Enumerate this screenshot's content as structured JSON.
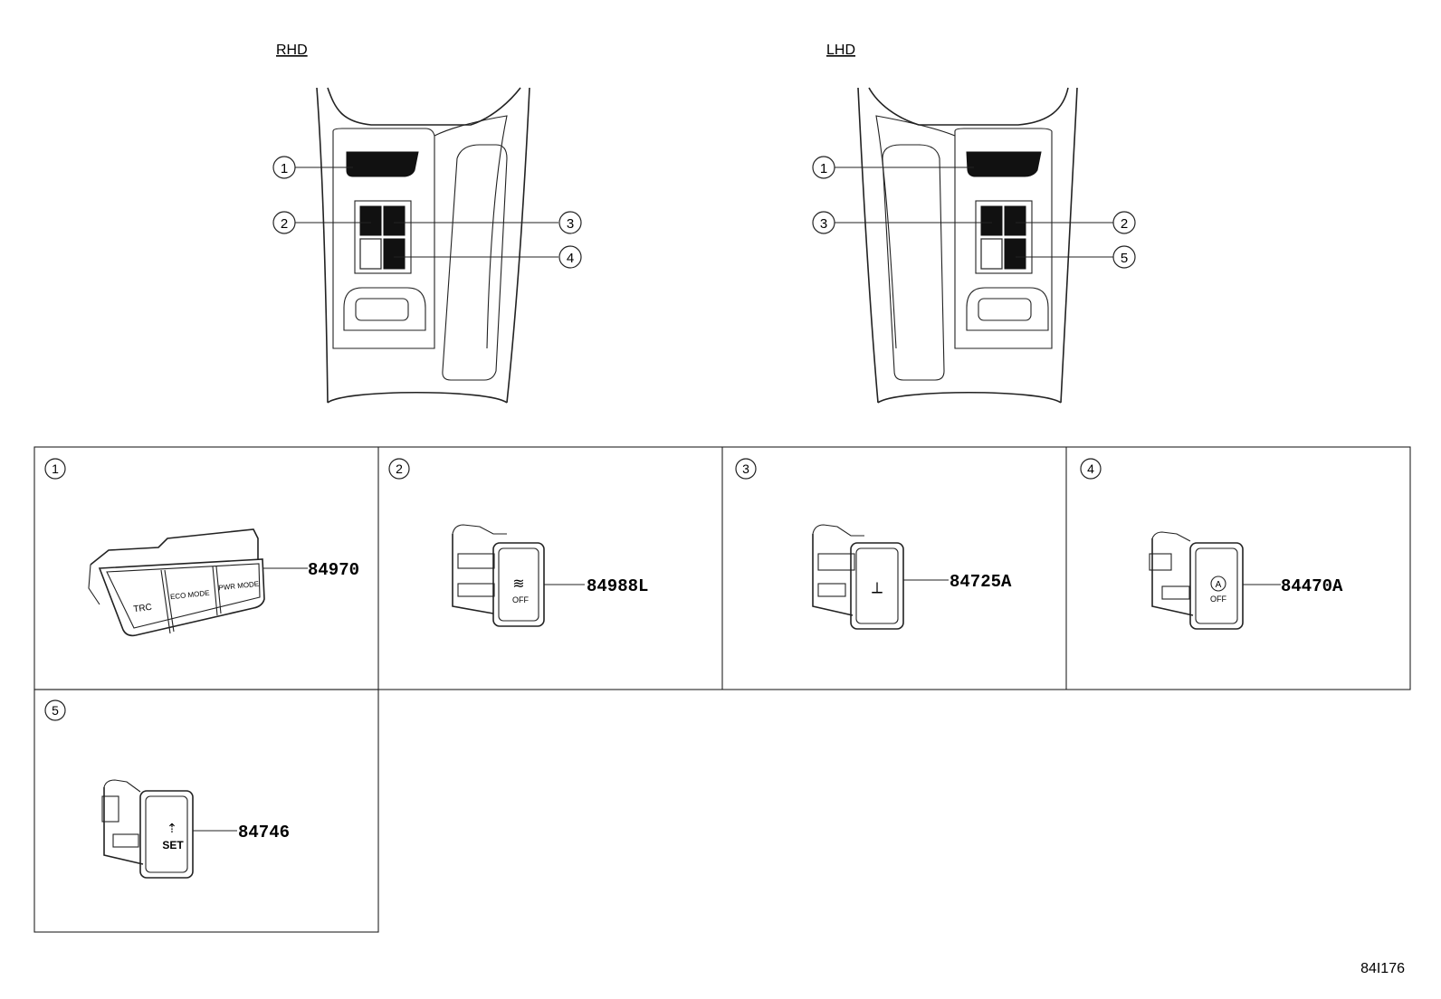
{
  "overview": {
    "left_title": "RHD",
    "right_title": "LHD",
    "rhd_callouts": [
      "1",
      "2",
      "3",
      "4"
    ],
    "lhd_callouts": [
      "1",
      "3",
      "2",
      "5"
    ]
  },
  "panels": [
    {
      "index": "1",
      "part_number": "84970",
      "switch_labels": [
        "TRC",
        "ECO MODE",
        "PWR MODE"
      ]
    },
    {
      "index": "2",
      "part_number": "84988L",
      "switch_labels": [
        "OFF"
      ]
    },
    {
      "index": "3",
      "part_number": "84725A",
      "switch_labels": []
    },
    {
      "index": "4",
      "part_number": "84470A",
      "switch_labels": [
        "A",
        "OFF"
      ]
    },
    {
      "index": "5",
      "part_number": "84746",
      "switch_labels": [
        "SET"
      ]
    }
  ],
  "drawing_id": "84I176"
}
